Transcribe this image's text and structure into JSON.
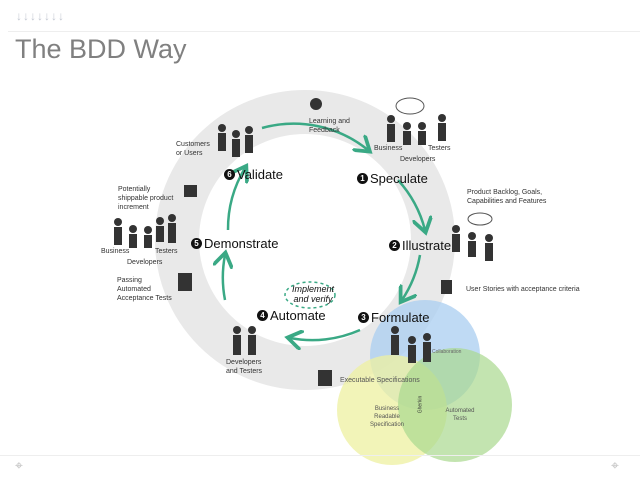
{
  "header": {
    "arrows": "↓↓↓↓↓↓↓",
    "title": "The BDD Way"
  },
  "steps": [
    {
      "num": "1",
      "label": "Speculate"
    },
    {
      "num": "2",
      "label": "Illustrate"
    },
    {
      "num": "3",
      "label": "Formulate"
    },
    {
      "num": "4",
      "label": "Automate"
    },
    {
      "num": "5",
      "label": "Demonstrate"
    },
    {
      "num": "6",
      "label": "Validate"
    }
  ],
  "annotations": {
    "learning": "Learning and Feedback",
    "business": "Business",
    "testers": "Testers",
    "developers": "Developers",
    "backlog": "Product Backlog, Goals, Capabilities and Features",
    "stories": "User Stories with acceptance criteria",
    "implement": "Implement and verify",
    "exec_specs": "Executable Specifications",
    "dev_testers": "Developers and Testers",
    "passing": "Passing Automated Acceptance Tests",
    "business2": "Business",
    "testers2": "Testers",
    "developers2": "Developers",
    "shippable": "Potentially shippable product increment",
    "customers": "Customers or Users"
  },
  "venn": {
    "blue": "Collaboration",
    "yellow": "Business Readable Specification",
    "green": "Automated Tests",
    "overlap": "Gherkin"
  },
  "colors": {
    "ring": "#e9e9e9",
    "arrow": "#3aa985",
    "blue": "#a9cdf0",
    "yellow": "#eef0a0",
    "green": "#a9d98e"
  }
}
